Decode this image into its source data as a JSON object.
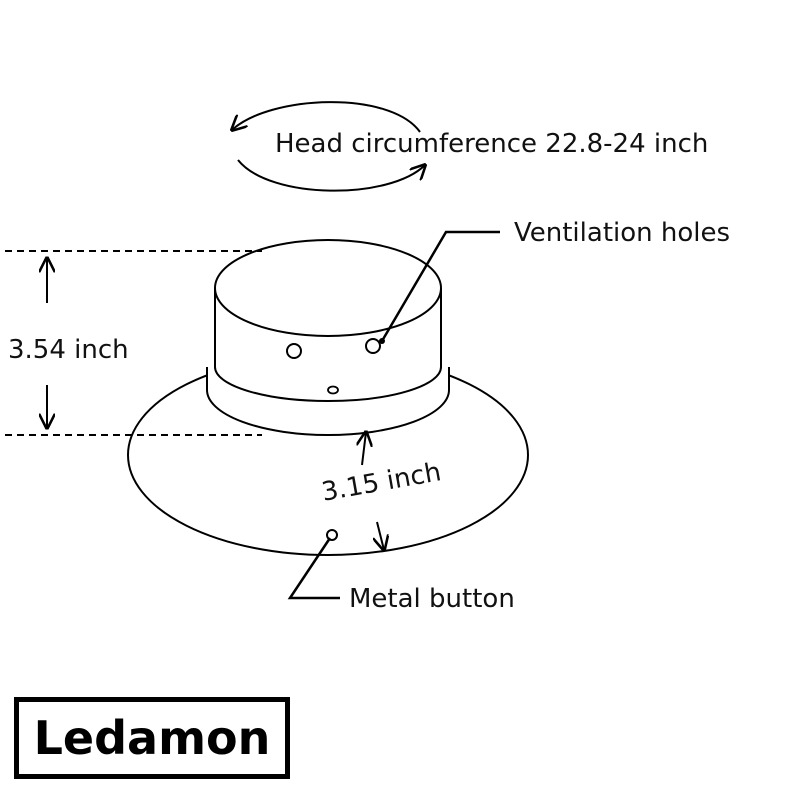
{
  "labels": {
    "head_circumference": "Head circumference 22.8-24 inch",
    "ventilation_holes": "Ventilation holes",
    "height": "3.54 inch",
    "brim": "3.15 inch",
    "metal_button": "Metal button"
  },
  "brand": "Ledamon",
  "colors": {
    "line": "#000000",
    "background": "#ffffff"
  }
}
